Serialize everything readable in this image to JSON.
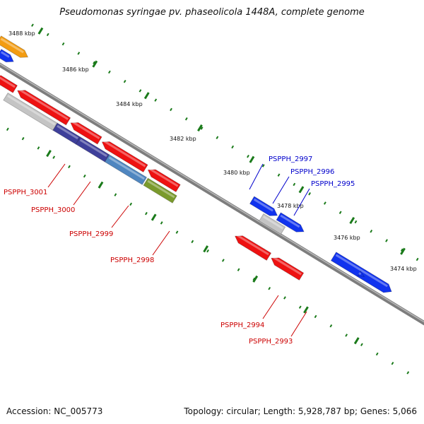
{
  "title": "Pseudomonas syringae pv. phaseolicola 1448A, complete genome",
  "footer": {
    "accession": "Accession: NC_005773",
    "summary": "Topology: circular; Length: 5,928,787 bp; Genes: 5,066"
  },
  "colors": {
    "backbone": "#7d7d7d",
    "tick": "#1a7a1a",
    "label_forward": "#0000cc",
    "label_reverse": "#cc0000"
  },
  "ticks": [
    {
      "label": "3488 kbp"
    },
    {
      "label": "3486 kbp"
    },
    {
      "label": "3484 kbp"
    },
    {
      "label": "3482 kbp"
    },
    {
      "label": "3480 kbp"
    },
    {
      "label": "3478 kbp"
    },
    {
      "label": "3476 kbp"
    },
    {
      "label": "3474 kbp"
    }
  ],
  "gene_labels": [
    {
      "text": "PSPPH_2997",
      "strand": "forward"
    },
    {
      "text": "PSPPH_2996",
      "strand": "forward"
    },
    {
      "text": "PSPPH_2995",
      "strand": "forward"
    },
    {
      "text": "PSPPH_3001",
      "strand": "reverse"
    },
    {
      "text": "PSPPH_3000",
      "strand": "reverse"
    },
    {
      "text": "PSPPH_2999",
      "strand": "reverse"
    },
    {
      "text": "PSPPH_2998",
      "strand": "reverse"
    },
    {
      "text": "PSPPH_2994",
      "strand": "reverse"
    },
    {
      "text": "PSPPH_2993",
      "strand": "reverse"
    }
  ]
}
